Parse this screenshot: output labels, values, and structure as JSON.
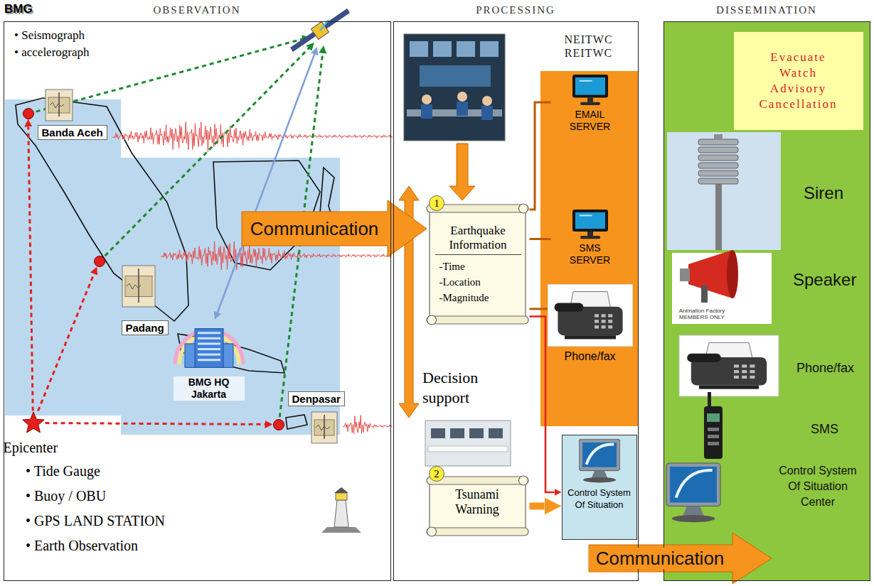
{
  "diagram": {
    "nodes": [
      {
        "text": [
          "OBSERVATION"
        ]
      },
      {
        "text": [
          "Banda Aceh"
        ],
        "in": 0
      },
      {
        "text": [
          "Padang"
        ],
        "in": 0
      },
      {
        "text": [
          "BMG HQ Jakarta"
        ],
        "in": 0
      },
      {
        "text": [
          "Denpasar"
        ],
        "in": 0
      },
      {
        "text": [
          "Epicenter"
        ],
        "in": 0
      },
      {
        "text": [
          "PROCESSING"
        ]
      },
      {
        "text": [
          "NEITWC REITWC"
        ],
        "in": 6
      },
      {
        "text": [
          "EMAIL SERVER"
        ],
        "in": 7
      },
      {
        "text": [
          "SMS SERVER"
        ],
        "in": 7
      },
      {
        "text": [
          "Phone/fax"
        ],
        "in": 7
      },
      {
        "text": [
          "Earthquake Information",
          "-Time",
          "-Location",
          "-Magnitude"
        ],
        "in": 6
      },
      {
        "text": [
          "Tsunami Warning"
        ],
        "in": 6
      },
      {
        "text": [
          "Control System Of Situation"
        ],
        "in": 6
      },
      {
        "text": [
          "DISSEMINATION"
        ]
      },
      {
        "text": [
          "Evacuate Watch Advisory Cancellation"
        ],
        "in": 14
      }
    ],
    "edges": [
      {
        "from": 5,
        "to": 1,
        "arrow": "to"
      },
      {
        "from": 5,
        "to": 2,
        "arrow": "to"
      },
      {
        "from": 5,
        "to": 4,
        "arrow": "to"
      },
      {
        "from": 11,
        "to": 8,
        "arrow": "none"
      },
      {
        "from": 11,
        "to": 9,
        "arrow": "none"
      },
      {
        "from": 11,
        "to": 10,
        "arrow": "none"
      },
      {
        "from": 11,
        "to": 13,
        "arrow": "to"
      },
      {
        "from": 12,
        "to": 13,
        "arrow": "to"
      }
    ],
    "labels": [
      "BMG",
      "• Seismograph",
      "• accelerograph",
      "Communication",
      "• Tide Gauge",
      "• Buoy / OBU",
      "• GPS LAND STATION",
      "• Earth Observation",
      "1",
      "Decision support",
      "2",
      "Communication",
      "Siren",
      "Animation Factory MEMBERS ONLY",
      "Speaker",
      "Phone/fax",
      "SMS",
      "Control System Of Situation Center"
    ]
  }
}
